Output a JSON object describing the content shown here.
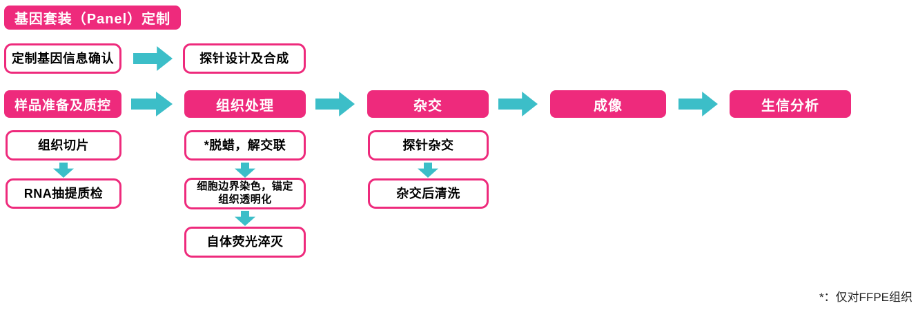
{
  "colors": {
    "pink": "#EE2A7C",
    "teal": "#3CBEC8",
    "text": "#1A1A1A"
  },
  "header": {
    "label": "基因套装（Panel）定制"
  },
  "panel_flow": {
    "step1": "定制基因信息确认",
    "step2": "探针设计及合成"
  },
  "main_flow": {
    "stages": [
      {
        "label": "样品准备及质控"
      },
      {
        "label": "组织处理"
      },
      {
        "label": "杂交"
      },
      {
        "label": "成像"
      },
      {
        "label": "生信分析"
      }
    ]
  },
  "substeps": {
    "sample": [
      "组织切片",
      "RNA抽提质检"
    ],
    "tissue": [
      "*脱蜡，解交联",
      "细胞边界染色，锚定\n组织透明化",
      "自体荧光淬灭"
    ],
    "hybridization": [
      "探针杂交",
      "杂交后清洗"
    ]
  },
  "footnote": "*：仅对FFPE组织"
}
